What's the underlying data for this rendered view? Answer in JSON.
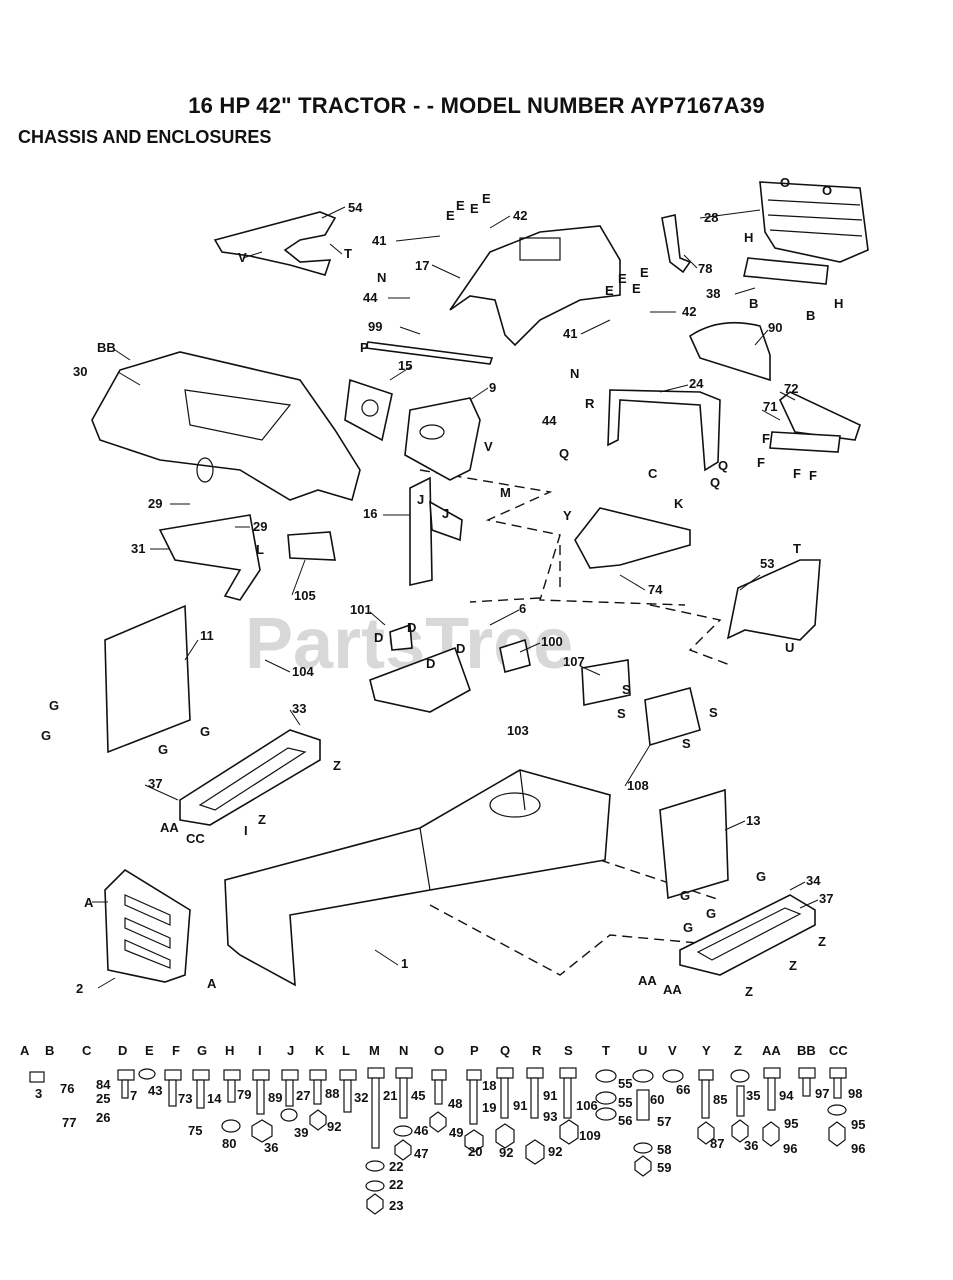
{
  "title": "16 HP 42\" TRACTOR - - MODEL NUMBER AYP7167A39",
  "subtitle": "CHASSIS AND ENCLOSURES",
  "watermark": "PartsTree",
  "callouts": [
    {
      "id": "c-54",
      "text": "54"
    },
    {
      "id": "c-v1",
      "text": "V"
    },
    {
      "id": "c-t1",
      "text": "T"
    },
    {
      "id": "c-41a",
      "text": "41"
    },
    {
      "id": "c-e1",
      "text": "E"
    },
    {
      "id": "c-e2",
      "text": "E"
    },
    {
      "id": "c-e3",
      "text": "E"
    },
    {
      "id": "c-e4",
      "text": "E"
    },
    {
      "id": "c-42a",
      "text": "42"
    },
    {
      "id": "c-17",
      "text": "17"
    },
    {
      "id": "c-n1",
      "text": "N"
    },
    {
      "id": "c-44a",
      "text": "44"
    },
    {
      "id": "c-o1",
      "text": "O"
    },
    {
      "id": "c-o2",
      "text": "O"
    },
    {
      "id": "c-28",
      "text": "28"
    },
    {
      "id": "c-78",
      "text": "78"
    },
    {
      "id": "c-h1",
      "text": "H"
    },
    {
      "id": "c-38",
      "text": "38"
    },
    {
      "id": "c-b1",
      "text": "B"
    },
    {
      "id": "c-b2",
      "text": "B"
    },
    {
      "id": "c-h2",
      "text": "H"
    },
    {
      "id": "c-e5",
      "text": "E"
    },
    {
      "id": "c-e6",
      "text": "E"
    },
    {
      "id": "c-e7",
      "text": "E"
    },
    {
      "id": "c-e8",
      "text": "E"
    },
    {
      "id": "c-42b",
      "text": "42"
    },
    {
      "id": "c-41b",
      "text": "41"
    },
    {
      "id": "c-99",
      "text": "99"
    },
    {
      "id": "c-n2",
      "text": "N"
    },
    {
      "id": "c-44b",
      "text": "44"
    },
    {
      "id": "c-90",
      "text": "90"
    },
    {
      "id": "c-bb",
      "text": "BB"
    },
    {
      "id": "c-30",
      "text": "30"
    },
    {
      "id": "c-p1",
      "text": "P"
    },
    {
      "id": "c-15",
      "text": "15"
    },
    {
      "id": "c-9",
      "text": "9"
    },
    {
      "id": "c-v2",
      "text": "V"
    },
    {
      "id": "c-24",
      "text": "24"
    },
    {
      "id": "c-r1",
      "text": "R"
    },
    {
      "id": "c-72",
      "text": "72"
    },
    {
      "id": "c-71",
      "text": "71"
    },
    {
      "id": "c-f1",
      "text": "F"
    },
    {
      "id": "c-f2",
      "text": "F"
    },
    {
      "id": "c-f3",
      "text": "F"
    },
    {
      "id": "c-f4",
      "text": "F"
    },
    {
      "id": "c-q1",
      "text": "Q"
    },
    {
      "id": "c-c1",
      "text": "C"
    },
    {
      "id": "c-q2",
      "text": "Q"
    },
    {
      "id": "c-q3",
      "text": "Q"
    },
    {
      "id": "c-m1",
      "text": "M"
    },
    {
      "id": "c-29a",
      "text": "29"
    },
    {
      "id": "c-29b",
      "text": "29"
    },
    {
      "id": "c-16",
      "text": "16"
    },
    {
      "id": "c-j1",
      "text": "J"
    },
    {
      "id": "c-j2",
      "text": "J"
    },
    {
      "id": "c-y1",
      "text": "Y"
    },
    {
      "id": "c-k1",
      "text": "K"
    },
    {
      "id": "c-31",
      "text": "31"
    },
    {
      "id": "c-l1",
      "text": "L"
    },
    {
      "id": "c-105",
      "text": "105"
    },
    {
      "id": "c-74",
      "text": "74"
    },
    {
      "id": "c-53",
      "text": "53"
    },
    {
      "id": "c-t2",
      "text": "T"
    },
    {
      "id": "c-u1",
      "text": "U"
    },
    {
      "id": "c-101",
      "text": "101"
    },
    {
      "id": "c-d1",
      "text": "D"
    },
    {
      "id": "c-d2",
      "text": "D"
    },
    {
      "id": "c-d3",
      "text": "D"
    },
    {
      "id": "c-d4",
      "text": "D"
    },
    {
      "id": "c-6",
      "text": "6"
    },
    {
      "id": "c-100",
      "text": "100"
    },
    {
      "id": "c-11",
      "text": "11"
    },
    {
      "id": "c-104",
      "text": "104"
    },
    {
      "id": "c-107",
      "text": "107"
    },
    {
      "id": "c-s1",
      "text": "S"
    },
    {
      "id": "c-s2",
      "text": "S"
    },
    {
      "id": "c-s3",
      "text": "S"
    },
    {
      "id": "c-s4",
      "text": "S"
    },
    {
      "id": "c-g1",
      "text": "G"
    },
    {
      "id": "c-g2",
      "text": "G"
    },
    {
      "id": "c-g3",
      "text": "G"
    },
    {
      "id": "c-g4",
      "text": "G"
    },
    {
      "id": "c-33",
      "text": "33"
    },
    {
      "id": "c-z1",
      "text": "Z"
    },
    {
      "id": "c-37a",
      "text": "37"
    },
    {
      "id": "c-aa1",
      "text": "AA"
    },
    {
      "id": "c-cc",
      "text": "CC"
    },
    {
      "id": "c-i1",
      "text": "I"
    },
    {
      "id": "c-z2",
      "text": "Z"
    },
    {
      "id": "c-103",
      "text": "103"
    },
    {
      "id": "c-108",
      "text": "108"
    },
    {
      "id": "c-13",
      "text": "13"
    },
    {
      "id": "c-g5",
      "text": "G"
    },
    {
      "id": "c-g6",
      "text": "G"
    },
    {
      "id": "c-g7",
      "text": "G"
    },
    {
      "id": "c-g8",
      "text": "G"
    },
    {
      "id": "c-34",
      "text": "34"
    },
    {
      "id": "c-37b",
      "text": "37"
    },
    {
      "id": "c-z3",
      "text": "Z"
    },
    {
      "id": "c-z4",
      "text": "Z"
    },
    {
      "id": "c-z5",
      "text": "Z"
    },
    {
      "id": "c-aa2",
      "text": "AA"
    },
    {
      "id": "c-aa3",
      "text": "AA"
    },
    {
      "id": "c-a1",
      "text": "A"
    },
    {
      "id": "c-2",
      "text": "2"
    },
    {
      "id": "c-a2",
      "text": "A"
    },
    {
      "id": "c-1",
      "text": "1"
    }
  ],
  "hardware_letters": [
    "A",
    "B",
    "C",
    "D",
    "E",
    "F",
    "G",
    "H",
    "I",
    "J",
    "K",
    "L",
    "M",
    "N",
    "O",
    "P",
    "Q",
    "R",
    "S",
    "T",
    "U",
    "V",
    "Y",
    "Z",
    "AA",
    "BB",
    "CC"
  ],
  "hardware_numbers": [
    {
      "id": "hw-3",
      "text": "3"
    },
    {
      "id": "hw-76",
      "text": "76"
    },
    {
      "id": "hw-84",
      "text": "84"
    },
    {
      "id": "hw-25",
      "text": "25"
    },
    {
      "id": "hw-77",
      "text": "77"
    },
    {
      "id": "hw-26",
      "text": "26"
    },
    {
      "id": "hw-7",
      "text": "7"
    },
    {
      "id": "hw-43",
      "text": "43"
    },
    {
      "id": "hw-73",
      "text": "73"
    },
    {
      "id": "hw-75",
      "text": "75"
    },
    {
      "id": "hw-14",
      "text": "14"
    },
    {
      "id": "hw-79",
      "text": "79"
    },
    {
      "id": "hw-80",
      "text": "80"
    },
    {
      "id": "hw-89",
      "text": "89"
    },
    {
      "id": "hw-36a",
      "text": "36"
    },
    {
      "id": "hw-27",
      "text": "27"
    },
    {
      "id": "hw-39",
      "text": "39"
    },
    {
      "id": "hw-88",
      "text": "88"
    },
    {
      "id": "hw-92a",
      "text": "92"
    },
    {
      "id": "hw-32",
      "text": "32"
    },
    {
      "id": "hw-21",
      "text": "21"
    },
    {
      "id": "hw-22a",
      "text": "22"
    },
    {
      "id": "hw-22b",
      "text": "22"
    },
    {
      "id": "hw-23",
      "text": "23"
    },
    {
      "id": "hw-45",
      "text": "45"
    },
    {
      "id": "hw-46",
      "text": "46"
    },
    {
      "id": "hw-47",
      "text": "47"
    },
    {
      "id": "hw-48",
      "text": "48"
    },
    {
      "id": "hw-49",
      "text": "49"
    },
    {
      "id": "hw-18",
      "text": "18"
    },
    {
      "id": "hw-19",
      "text": "19"
    },
    {
      "id": "hw-20",
      "text": "20"
    },
    {
      "id": "hw-91a",
      "text": "91"
    },
    {
      "id": "hw-92b",
      "text": "92"
    },
    {
      "id": "hw-91b",
      "text": "91"
    },
    {
      "id": "hw-93",
      "text": "93"
    },
    {
      "id": "hw-92c",
      "text": "92"
    },
    {
      "id": "hw-106",
      "text": "106"
    },
    {
      "id": "hw-109",
      "text": "109"
    },
    {
      "id": "hw-55a",
      "text": "55"
    },
    {
      "id": "hw-55b",
      "text": "55"
    },
    {
      "id": "hw-56",
      "text": "56"
    },
    {
      "id": "hw-60",
      "text": "60"
    },
    {
      "id": "hw-57",
      "text": "57"
    },
    {
      "id": "hw-58",
      "text": "58"
    },
    {
      "id": "hw-59",
      "text": "59"
    },
    {
      "id": "hw-66",
      "text": "66"
    },
    {
      "id": "hw-85",
      "text": "85"
    },
    {
      "id": "hw-87",
      "text": "87"
    },
    {
      "id": "hw-35",
      "text": "35"
    },
    {
      "id": "hw-36b",
      "text": "36"
    },
    {
      "id": "hw-94",
      "text": "94"
    },
    {
      "id": "hw-95a",
      "text": "95"
    },
    {
      "id": "hw-96a",
      "text": "96"
    },
    {
      "id": "hw-97",
      "text": "97"
    },
    {
      "id": "hw-98",
      "text": "98"
    },
    {
      "id": "hw-95b",
      "text": "95"
    },
    {
      "id": "hw-96b",
      "text": "96"
    }
  ]
}
